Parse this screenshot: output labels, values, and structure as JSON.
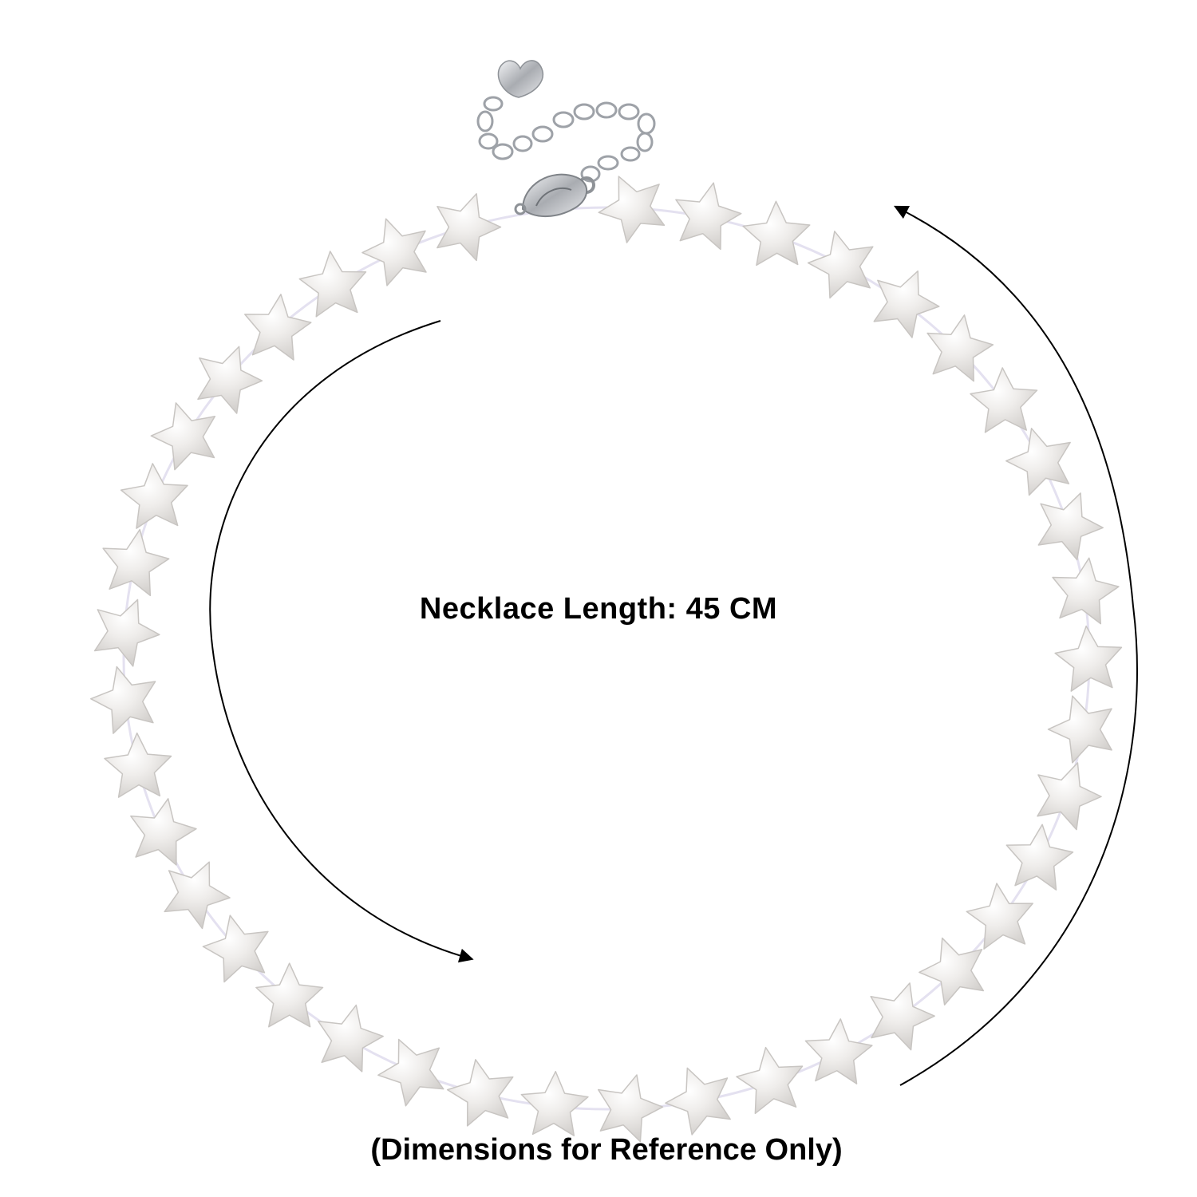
{
  "image": {
    "background_color": "#ffffff",
    "subject": "star-shaped mother-of-pearl necklace with silver lobster clasp and extender chain",
    "star_bead_count": 40,
    "colors": {
      "star_fill_light": "#f4f2f0",
      "star_fill_mid": "#dcd9d6",
      "star_edge": "#c8c5c2",
      "metal": "#bfc2c6",
      "arrow": "#000000"
    },
    "icons": [
      "star-bead-icon",
      "lobster-clasp-icon",
      "heart-tag-icon",
      "arrow-icon"
    ]
  },
  "text": {
    "headline": "Necklace Length: 45 CM",
    "footnote": "(Dimensions for Reference Only)"
  }
}
